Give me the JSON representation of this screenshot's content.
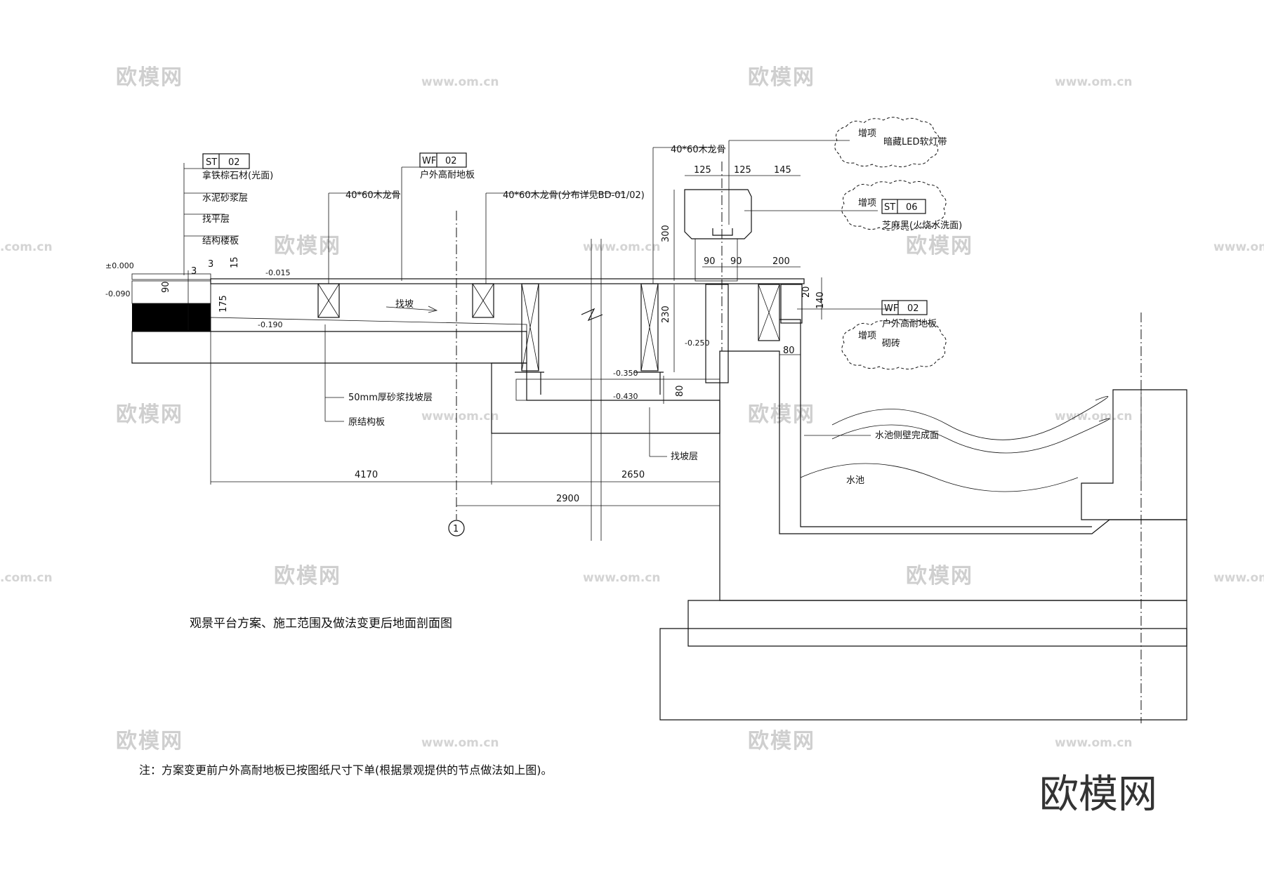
{
  "watermarks": {
    "brand": "欧模网",
    "url": "www.om.cn",
    "url_partial": ".com.cn"
  },
  "logo": {
    "text": "欧模网"
  },
  "labels": {
    "st02_code": "ST",
    "st02_num": "02",
    "st02_name": "拿铁棕石材(光面)",
    "layer_mortar": "水泥砂浆层",
    "layer_level": "找平层",
    "layer_slab": "结构楼板",
    "wf02_code": "WF",
    "wf02_num": "02",
    "wf02_name": "户外高耐地板",
    "joist_a": "40*60木龙骨",
    "joist_b": "40*60木龙骨(分布详见BD-01/02)",
    "joist_c": "40*60木龙骨",
    "slope_arrow": "找坡",
    "mortar_slope": "50mm厚砂浆找坡层",
    "orig_slab": "原结构板",
    "slope_layer": "找坡层",
    "add_item_1": "增项",
    "led_strip": "暗藏LED软灯带",
    "add_item_2": "增项",
    "st06_code": "ST",
    "st06_num": "06",
    "st06_name": "芝麻黑(火烧水洗面)",
    "wf02b_code": "WF",
    "wf02b_num": "02",
    "wf02b_name": "户外高耐地板",
    "add_item_3": "增项",
    "brick": "砌砖",
    "pool_wall": "水池侧壁完成面",
    "pool": "水池",
    "axis_1": "1"
  },
  "elevations": {
    "e1": "±0.000",
    "e2": "-0.090",
    "e3": "-0.015",
    "e4": "-0.190",
    "e5": "-0.250",
    "e6": "-0.350",
    "e7": "-0.430"
  },
  "dimensions": {
    "d_3a": "3",
    "d_3b": "3",
    "d_15": "15",
    "d_90a": "90",
    "d_175": "175",
    "d_125a": "125",
    "d_125b": "125",
    "d_145": "145",
    "d_300": "300",
    "d_90b": "90",
    "d_90c": "90",
    "d_200": "200",
    "d_20": "20",
    "d_230": "230",
    "d_140": "140",
    "d_80a": "80",
    "d_80b": "80",
    "d_4170": "4170",
    "d_2650": "2650",
    "d_2900": "2900"
  },
  "title": "观景平台方案、施工范围及做法变更后地面剖面图",
  "note": "注：方案变更前户外高耐地板已按图纸尺寸下单(根据景观提供的节点做法如上图)。"
}
